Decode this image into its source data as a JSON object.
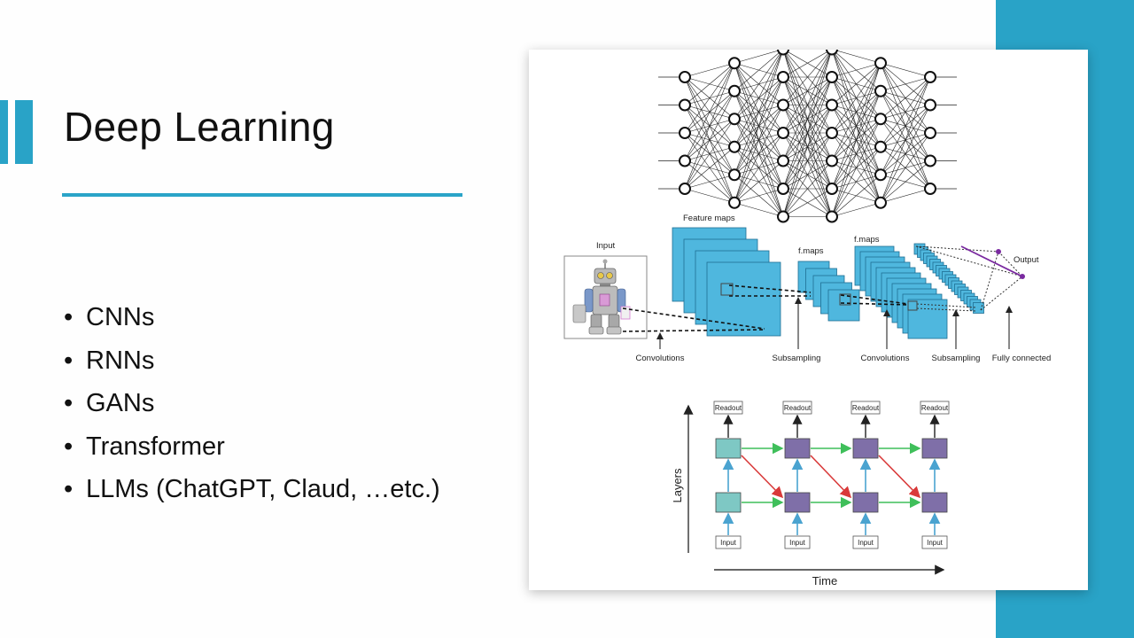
{
  "slide": {
    "title": "Deep Learning",
    "bullets": [
      "CNNs",
      "RNNs",
      "GANs",
      "Transformer",
      "LLMs (ChatGPT, Claud, …etc.)"
    ],
    "bullet_glyph": "•"
  },
  "colors": {
    "accent": "#29a3c7",
    "cnn_fill": "#4fb7de",
    "rnn_teal": "#7ec8c4",
    "rnn_purple": "#7f6fa8",
    "arrow_green": "#3fbf5a",
    "arrow_red": "#d93a3a",
    "arrow_blue": "#4aa3d0"
  },
  "nn_diagram": {
    "layer_node_counts": [
      5,
      6,
      7,
      7,
      6,
      5
    ]
  },
  "cnn_diagram": {
    "input_label": "Input",
    "feature_maps_label": "Feature maps",
    "fmaps_label_1": "f.maps",
    "fmaps_label_2": "f.maps",
    "output_label": "Output",
    "stage_labels": [
      "Convolutions",
      "Subsampling",
      "Convolutions",
      "Subsampling",
      "Fully connected"
    ]
  },
  "rnn_diagram": {
    "readout_label": "Readout",
    "input_label": "Input",
    "y_axis_label": "Layers",
    "x_axis_label": "Time",
    "timesteps": 4
  }
}
